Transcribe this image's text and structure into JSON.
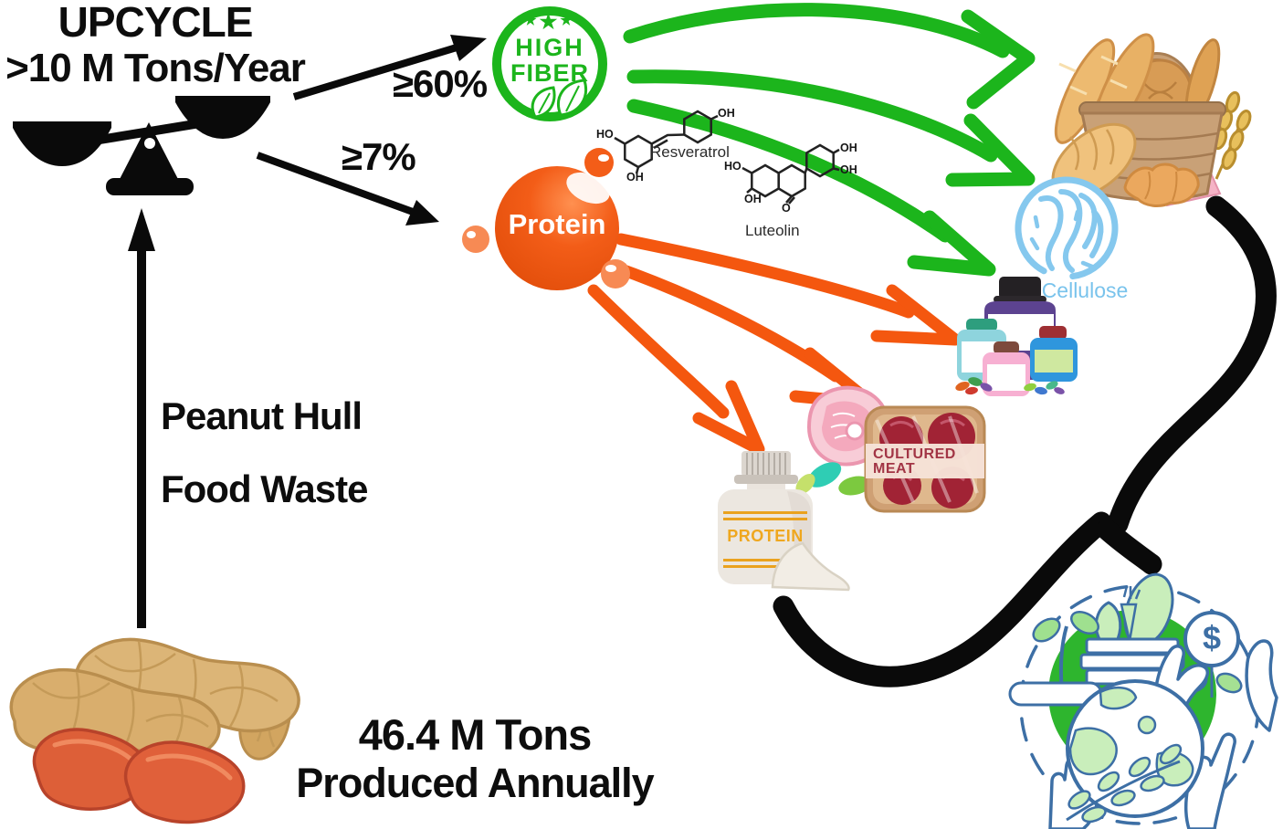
{
  "palette": {
    "green": "#1cb51c",
    "orange": "#f4570f",
    "cellulose_blue": "#85c8ee",
    "eco_outline_blue": "#3d6fa5",
    "eco_green": "#2eb52e",
    "black": "#0a0a0a"
  },
  "upcycle": {
    "title": "UPCYCLE",
    "subtitle": ">10 M Tons/Year"
  },
  "flows": {
    "to_fiber_pct": "≥60%",
    "to_protein_pct": "≥7%"
  },
  "badge": {
    "star": "★",
    "line1": "HIGH",
    "line2": "FIBER"
  },
  "protein_sphere": {
    "label": "Protein"
  },
  "chemicals": {
    "resveratrol": {
      "name": "Resveratrol",
      "groups": [
        "HO",
        "OH",
        "OH"
      ]
    },
    "luteolin": {
      "name": "Luteolin",
      "groups": [
        "HO",
        "OH",
        "O",
        "OH",
        "OH"
      ]
    }
  },
  "cellulose": {
    "label": "Cellulose"
  },
  "products": {
    "protein_jar": "PROTEIN",
    "cultured_meat_line1": "CULTURED",
    "cultured_meat_line2": "MEAT"
  },
  "waste_label": {
    "line1": "Peanut Hull",
    "line2": "Food Waste"
  },
  "production": {
    "line1": "46.4 M Tons",
    "line2": "Produced Annually"
  },
  "economy": {
    "dollar": "$"
  }
}
